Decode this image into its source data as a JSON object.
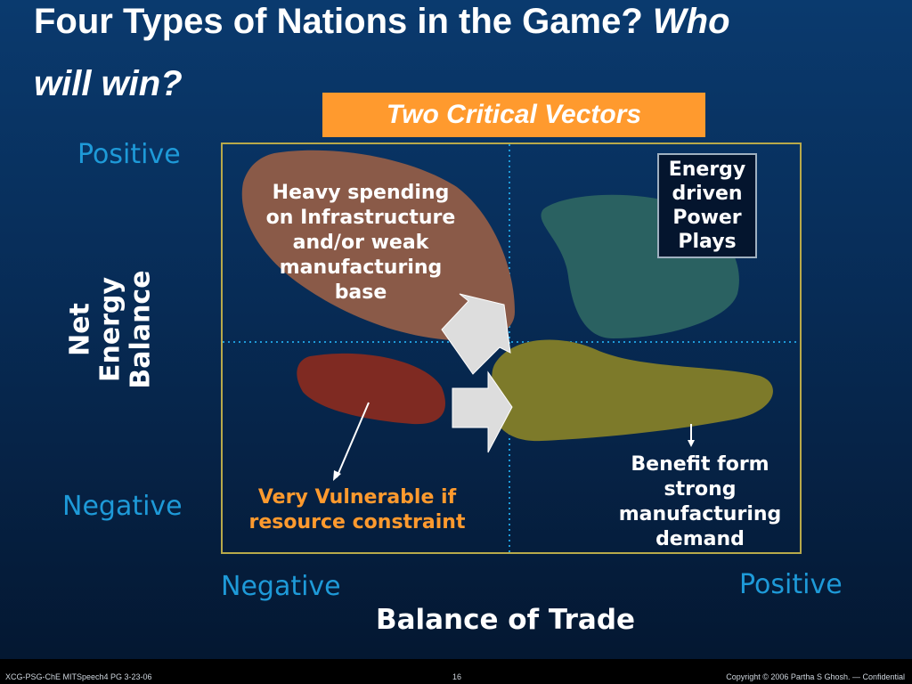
{
  "title": {
    "line1_plain": "Four Types of Nations in the Game?",
    "line1_italic": "Who",
    "line2_italic": "will win?"
  },
  "vectors_box": "Two Critical Vectors",
  "y_axis": {
    "title": "Net Energy Balance",
    "positive": "Positive",
    "negative": "Negative"
  },
  "x_axis": {
    "title": "Balance of Trade",
    "negative": "Negative",
    "positive": "Positive"
  },
  "quadrants": {
    "top_left": "Heavy spending on Infrastructure and/or weak manufacturing base",
    "top_right": "Energy driven Power Plays",
    "bottom_right": "Benefit form strong manufacturing demand",
    "bottom_left": "Very Vulnerable if resource constraint"
  },
  "colors": {
    "blob_top_left": "#8a5a48",
    "blob_top_right": "#2a6161",
    "blob_bottom_left": "#7f2a22",
    "blob_bottom_right": "#7d7a2a",
    "accent_orange": "#ff9a2e",
    "axis_word_blue": "#1e9ad8",
    "frame_border": "#b8a94a",
    "dotted_line": "#1e9ad8"
  },
  "footer": {
    "left": "XCG-PSG-ChE MITSpeech4 PG 3-23-06",
    "page": "16",
    "right": "Copyright © 2006 Partha S Ghosh. — Confidential"
  }
}
